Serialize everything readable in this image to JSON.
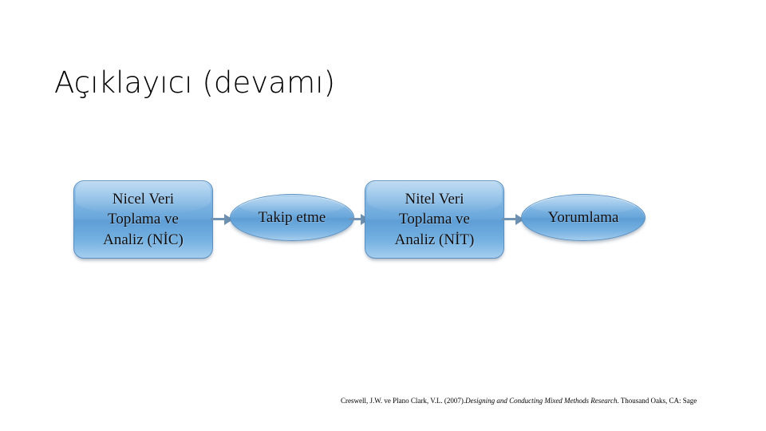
{
  "slide": {
    "title": "Açıklayıcı (devamı)"
  },
  "diagram": {
    "type": "flowchart",
    "orientation": "left-to-right",
    "accent_color": "#6aa7db",
    "border_color": "#5a8fc0",
    "arrow_color": "#7294b4",
    "nodes": [
      {
        "id": "nic",
        "shape": "rounded-rectangle",
        "label": "Nicel Veri\nToplama ve\nAnaliz (NİC)"
      },
      {
        "id": "takip",
        "shape": "ellipse",
        "label": "Takip etme"
      },
      {
        "id": "nit",
        "shape": "rounded-rectangle",
        "label": "Nitel Veri\nToplama ve\nAnaliz (NİT)"
      },
      {
        "id": "yorum",
        "shape": "ellipse",
        "label": "Yorumlama"
      }
    ],
    "connectors": [
      {
        "id": "arrow-1",
        "from": "nic",
        "to": "takip",
        "style": "solid-arrow"
      },
      {
        "id": "arrow-2",
        "from": "takip",
        "to": "nit",
        "style": "solid-arrow"
      },
      {
        "id": "arrow-3",
        "from": "nit",
        "to": "yorum",
        "style": "solid-arrow"
      }
    ]
  },
  "citation": {
    "authors_year": "Creswell, J.W. ve Plano Clark, V.L. (2007).",
    "work_title": "Designing and Conducting Mixed Methods Research",
    "publisher": ". Thousand Oaks, CA: Sage"
  }
}
